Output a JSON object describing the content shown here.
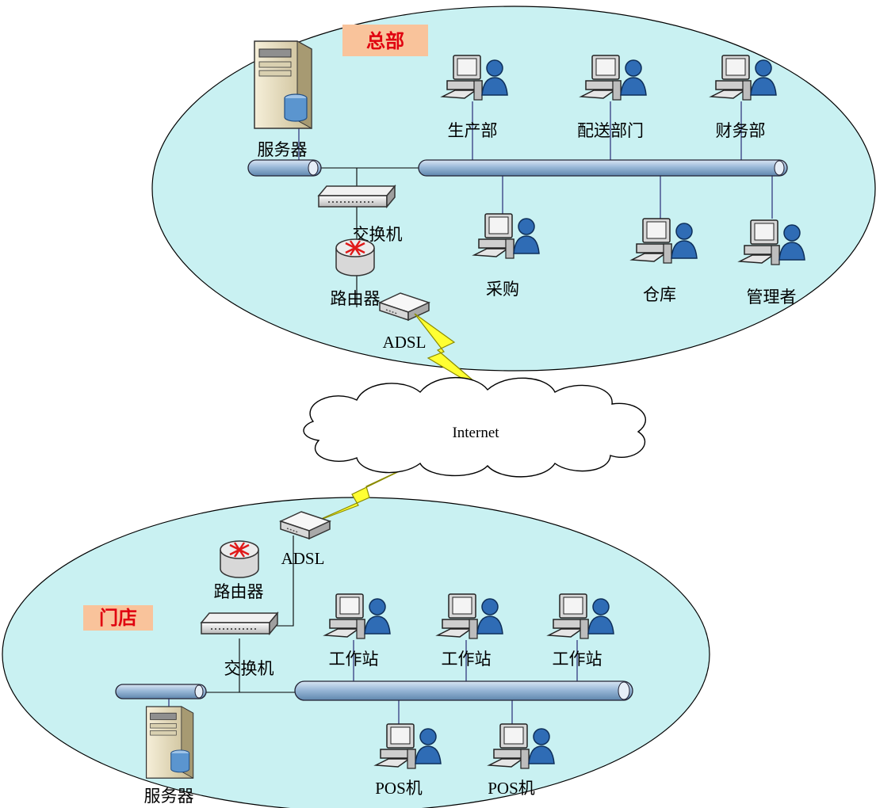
{
  "headquarters": {
    "title": "总部",
    "server": "服务器",
    "switch": "交换机",
    "router": "路由器",
    "adsl": "ADSL",
    "departments": [
      "生产部",
      "配送部门",
      "财务部",
      "采购",
      "仓库",
      "管理者"
    ]
  },
  "internet": {
    "label": "Internet"
  },
  "store": {
    "title": "门店",
    "adsl": "ADSL",
    "router": "路由器",
    "switch": "交换机",
    "server": "服务器",
    "workstations": [
      "工作站",
      "工作站",
      "工作站"
    ],
    "pos": [
      "POS机",
      "POS机"
    ]
  },
  "colors": {
    "zone_fill": "#c9f1f2",
    "tag_bg": "#f9c39b",
    "tag_text": "#e0000f",
    "bus": "#8fb1d1",
    "bolt": "#ffff33"
  }
}
